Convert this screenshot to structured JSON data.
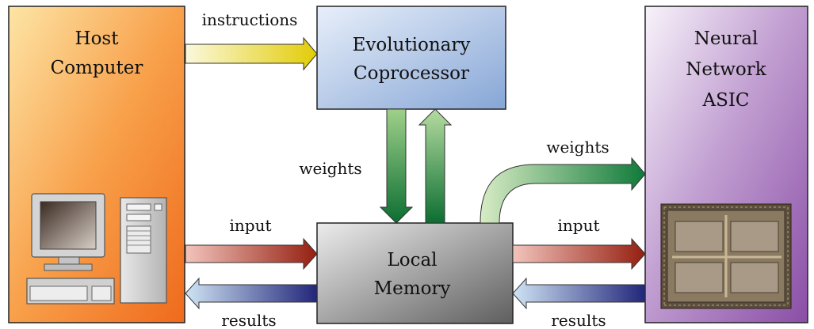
{
  "host": {
    "title_line1": "Host",
    "title_line2": "Computer"
  },
  "coprocessor": {
    "title_line1": "Evolutionary",
    "title_line2": "Coprocessor"
  },
  "memory": {
    "title_line1": "Local",
    "title_line2": "Memory"
  },
  "asic": {
    "title_line1": "Neural",
    "title_line2": "Network",
    "title_line3": "ASIC"
  },
  "arrows": {
    "instructions": "instructions",
    "weights_vertical": "weights",
    "weights_curved": "weights",
    "input_left": "input",
    "input_right": "input",
    "results_left": "results",
    "results_right": "results"
  },
  "colors": {
    "host_light": "#fce6a8",
    "host_dark": "#f07020",
    "coprocessor_light": "#e6eef8",
    "coprocessor_dark": "#8cabd8",
    "memory_light": "#e6e6e6",
    "memory_dark": "#6a6a6a",
    "asic_light": "#f4eef7",
    "asic_dark": "#8f54a8",
    "arrow_yellow": "#e6d20a",
    "arrow_green": "#0e7a3a",
    "arrow_red": "#9a2a1a",
    "arrow_blue": "#262a78"
  },
  "icons": [
    "desktop-computer-icon",
    "chip-die-icon"
  ]
}
